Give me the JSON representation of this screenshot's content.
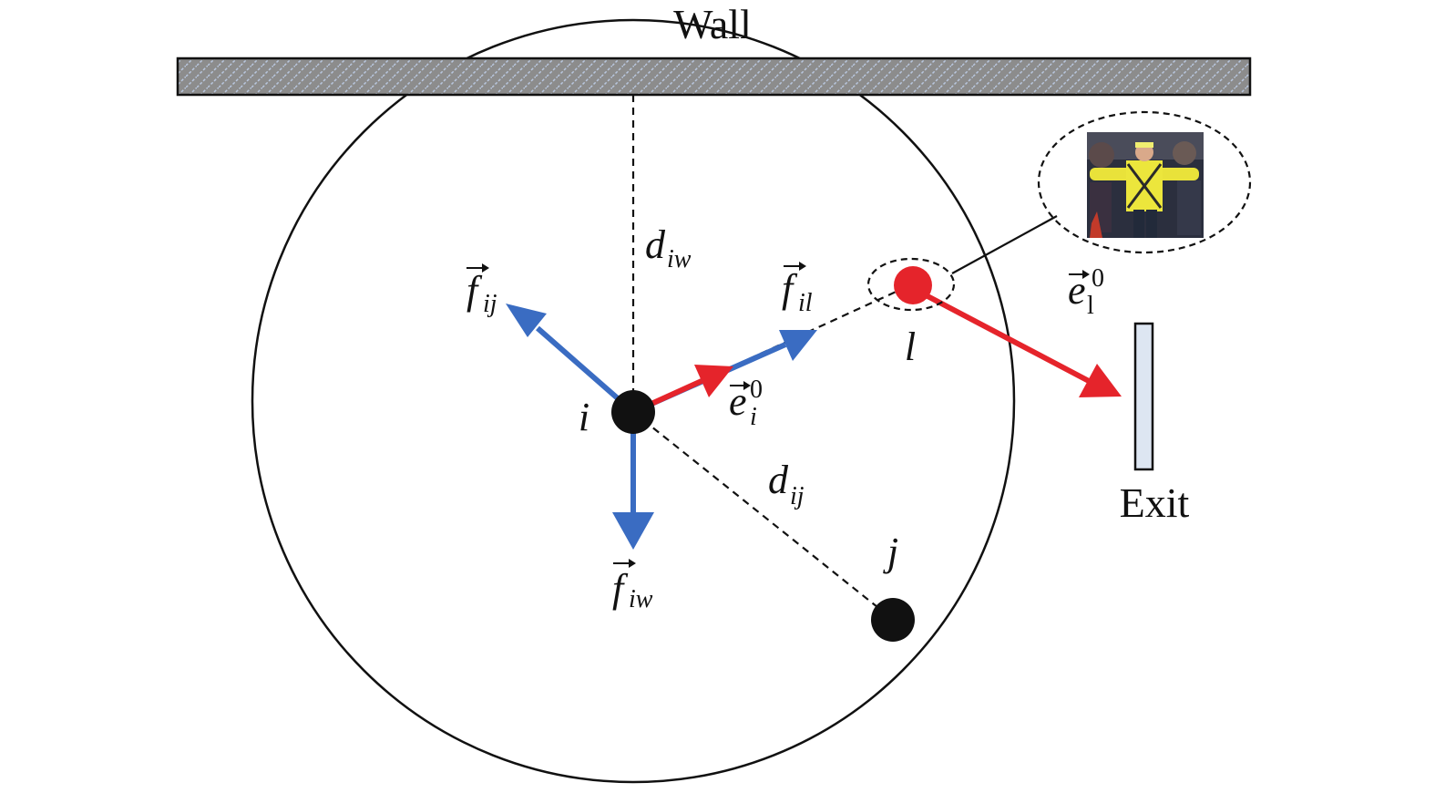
{
  "labels": {
    "wall": "Wall",
    "exit": "Exit",
    "node_i": "i",
    "node_j": "j",
    "node_l": "l",
    "d_iw": {
      "main": "d",
      "sub": "iw"
    },
    "d_ij": {
      "main": "d",
      "sub": "ij"
    },
    "f_ij": {
      "main": "f",
      "sub": "ij"
    },
    "f_il": {
      "main": "f",
      "sub": "il"
    },
    "f_iw": {
      "main": "f",
      "sub": "iw"
    },
    "e_i0": {
      "main": "e",
      "sub": "i",
      "sup": "0"
    },
    "e_l0": {
      "main": "e",
      "sub": "l",
      "sup": "0"
    }
  },
  "colors": {
    "force_arrow": "#3a6cc2",
    "desired_direction_arrow": "#e5242b",
    "leader_dot": "#e5242b",
    "pedestrian_dot": "#111111",
    "wall_fill": "#8c8c8c",
    "exit_fill": "#dde6f2"
  },
  "icons": {
    "leader_photo": "person-in-yellow-vest-photo-icon"
  }
}
